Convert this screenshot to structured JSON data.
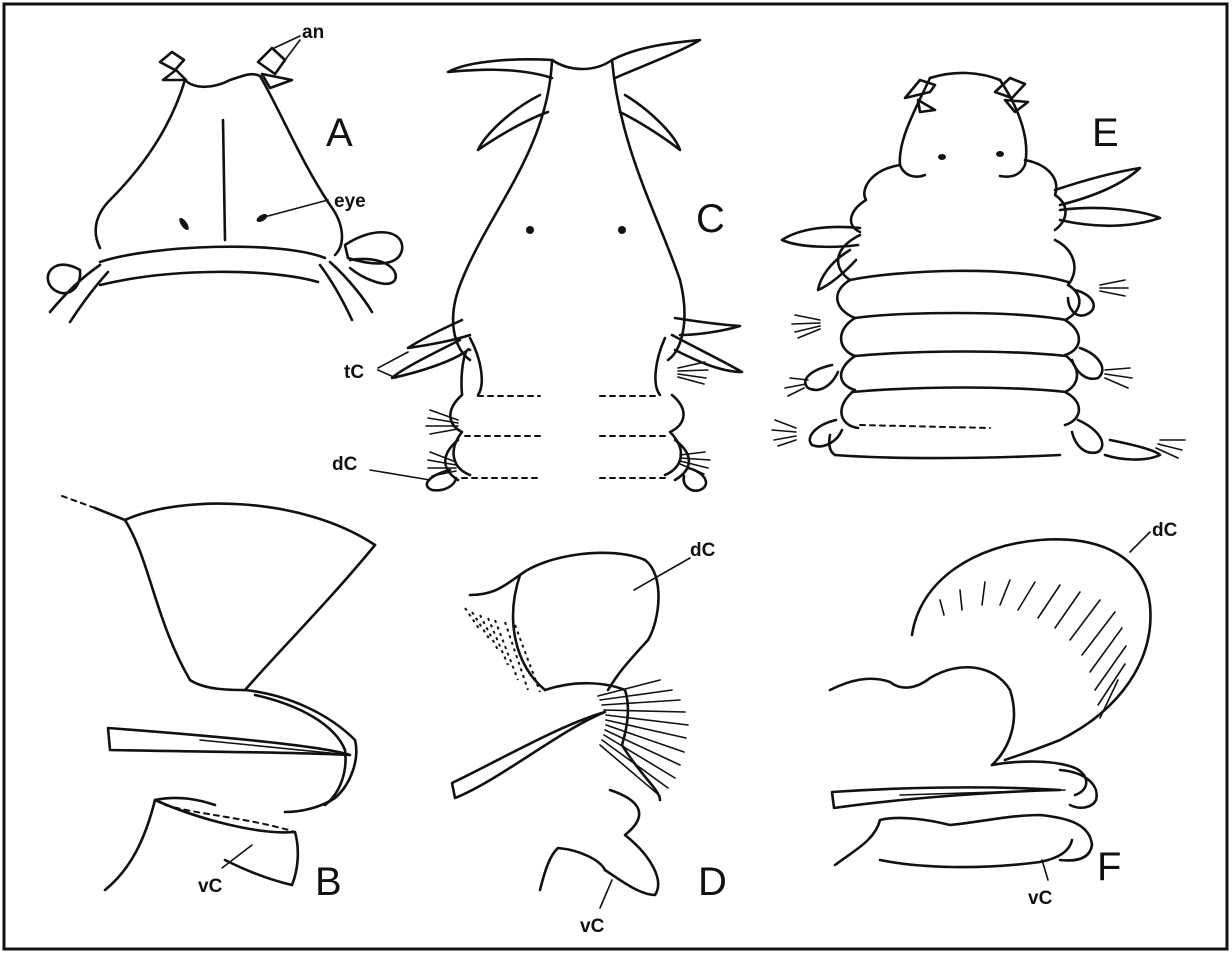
{
  "panels": {
    "a": {
      "letter": "A",
      "labels": {
        "an": "an",
        "eye": "eye"
      }
    },
    "b": {
      "letter": "B",
      "labels": {
        "vC": "vC"
      }
    },
    "c": {
      "letter": "C",
      "labels": {
        "tC": "tC",
        "dC": "dC"
      }
    },
    "d": {
      "letter": "D",
      "labels": {
        "dC": "dC",
        "vC": "vC"
      }
    },
    "e": {
      "letter": "E"
    },
    "f": {
      "letter": "F",
      "labels": {
        "dC": "dC",
        "vC": "vC"
      }
    }
  },
  "colors": {
    "ink": "#111111",
    "background": "#ffffff"
  }
}
